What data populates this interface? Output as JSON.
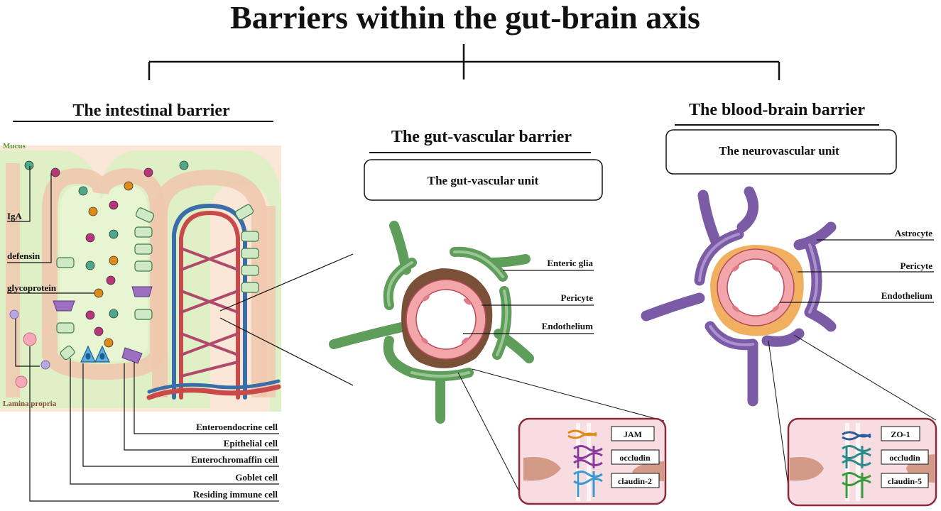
{
  "title": "Barriers within the gut-brain axis",
  "intestinal": {
    "title": "The intestinal barrier",
    "mucus": "Mucus",
    "lamina_propria": "Lamina propria",
    "left_labels": [
      "IgA",
      "defensin",
      "glycoprotein"
    ],
    "bottom_labels": [
      "Enteroendocrine cell",
      "Epithelial cell",
      "Enterochromaffin cell",
      "Goblet cell",
      "Residing immune cell"
    ]
  },
  "gut_vascular": {
    "title": "The gut-vascular barrier",
    "unit": "The gut-vascular unit",
    "labels": [
      "Enteric glia",
      "Pericyte",
      "Endothelium"
    ],
    "junctions": [
      "JAM",
      "occludin",
      "claudin-2"
    ]
  },
  "blood_brain": {
    "title": "The blood-brain barrier",
    "unit": "The neurovascular unit",
    "labels": [
      "Astrocyte",
      "Pericyte",
      "Endothelium"
    ],
    "junctions": [
      "ZO-1",
      "occludin",
      "claudin-5"
    ]
  },
  "colors": {
    "mucus": "#dff0c6",
    "epithelium": "#f7dcc8",
    "enteric_glia": "#5e9e5a",
    "astrocyte": "#7b5aa6",
    "pericyte_gut": "#7a5138",
    "pericyte_brain": "#f0b060",
    "endothelium": "#f2a6aa",
    "artery": "#c84a4a",
    "vein": "#3b6ea8",
    "junction_panel": "#f7dde2",
    "panel_border": "#8a2a3a"
  }
}
